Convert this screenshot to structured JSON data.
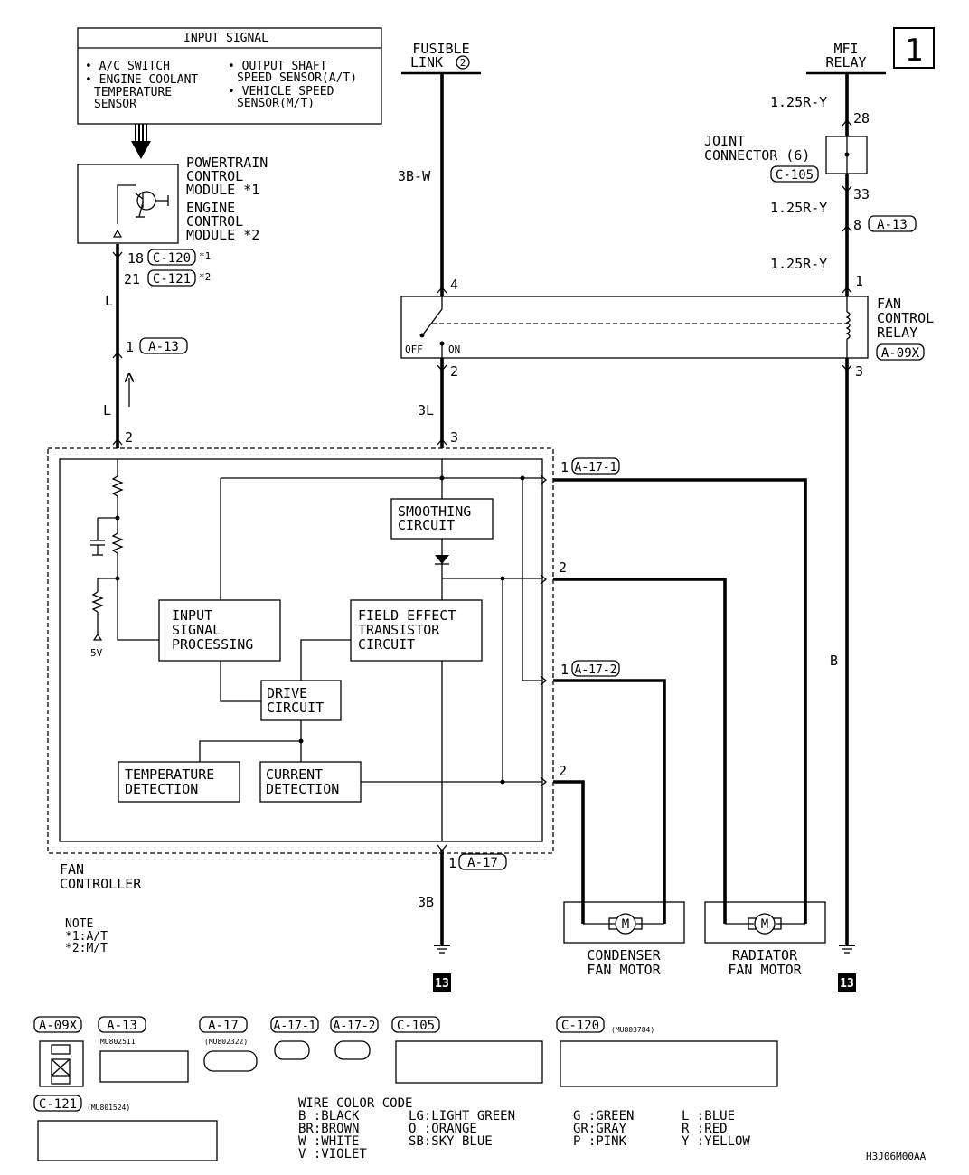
{
  "page_number": "1",
  "input_signal": {
    "title": "INPUT SIGNAL",
    "items_left": [
      "A/C SWITCH",
      "ENGINE COOLANT",
      "TEMPERATURE",
      "SENSOR"
    ],
    "items_right": [
      "OUTPUT SHAFT",
      "SPEED SENSOR(A/T)",
      "VEHICLE SPEED",
      "SENSOR(M/T)"
    ]
  },
  "pcm": {
    "lines": [
      "POWERTRAIN",
      "CONTROL",
      "MODULE *1",
      "ENGINE",
      "CONTROL",
      "MODULE *2"
    ],
    "pin1": "18",
    "conn1": "C-120",
    "note1": "*1",
    "pin2": "21",
    "conn2": "C-121",
    "note2": "*2"
  },
  "fusible_link": {
    "line1": "FUSIBLE",
    "line2": "LINK",
    "num": "2"
  },
  "mfi_relay": {
    "line1": "MFI",
    "line2": "RELAY"
  },
  "joint_connector": {
    "line1": "JOINT",
    "line2": "CONNECTOR (6)",
    "conn": "C-105",
    "pin_top": "28",
    "pin_bottom": "33"
  },
  "fan_control_relay": {
    "line1": "FAN",
    "line2": "CONTROL",
    "line3": "RELAY",
    "conn": "A-09X",
    "off": "OFF",
    "on": "ON"
  },
  "wires": {
    "w_3bw": "3B-W",
    "w_125ry_1": "1.25R-Y",
    "w_125ry_2": "1.25R-Y",
    "w_125ry_3": "1.25R-Y",
    "w_l_1": "L",
    "w_l_2": "L",
    "w_3l": "3L",
    "w_3b": "3B",
    "w_b": "B"
  },
  "pins": {
    "a13_pin": "1",
    "a13_conn": "A-13",
    "mfi_a13_pin": "8",
    "mfi_a13_conn": "A-13",
    "relay_4": "4",
    "relay_1": "1",
    "relay_2": "2",
    "relay_3": "3",
    "fc_2": "2",
    "fc_3": "3",
    "a171_pin": "1",
    "a171_conn": "A-17-1",
    "a171_pin2": "2",
    "a172_pin": "1",
    "a172_conn": "A-17-2",
    "a172_pin2": "2",
    "a17_pin": "1",
    "a17_conn": "A-17"
  },
  "fan_controller": {
    "line1": "FAN",
    "line2": "CONTROLLER",
    "smoothing": [
      "SMOOTHING",
      "CIRCUIT"
    ],
    "input_proc": [
      "INPUT",
      "SIGNAL",
      "PROCESSING"
    ],
    "fet": [
      "FIELD EFFECT",
      "TRANSISTOR",
      "CIRCUIT"
    ],
    "drive": [
      "DRIVE",
      "CIRCUIT"
    ],
    "temp": [
      "TEMPERATURE",
      "DETECTION"
    ],
    "current": [
      "CURRENT",
      "DETECTION"
    ],
    "v5": "5V"
  },
  "motors": {
    "condenser": [
      "CONDENSER",
      "FAN MOTOR"
    ],
    "radiator": [
      "RADIATOR",
      "FAN MOTOR"
    ],
    "symbol": "M"
  },
  "grounds": {
    "label": "13"
  },
  "note": {
    "title": "NOTE",
    "n1": "*1:A/T",
    "n2": "*2:M/T"
  },
  "connectors": {
    "a09x": "A-09X",
    "a13": "A-13",
    "a13_part": "MU802511",
    "a17": "A-17",
    "a17_part": "(MU802322)",
    "a171": "A-17-1",
    "a172": "A-17-2",
    "c105": "C-105",
    "c120": "C-120",
    "c120_part": "(MU803784)",
    "c121": "C-121",
    "c121_part": "(MU801524)"
  },
  "wire_color_code": {
    "title": "WIRE COLOR CODE",
    "rows": [
      [
        "B :BLACK",
        "LG:LIGHT GREEN",
        "G :GREEN",
        "L :BLUE"
      ],
      [
        "BR:BROWN",
        "O :ORANGE",
        "GR:GRAY",
        "R :RED"
      ],
      [
        "W :WHITE",
        "SB:SKY BLUE",
        "P :PINK",
        "Y :YELLOW"
      ],
      [
        "V :VIOLET",
        "",
        "",
        ""
      ]
    ]
  },
  "figure_code": "H3J06M00AA"
}
